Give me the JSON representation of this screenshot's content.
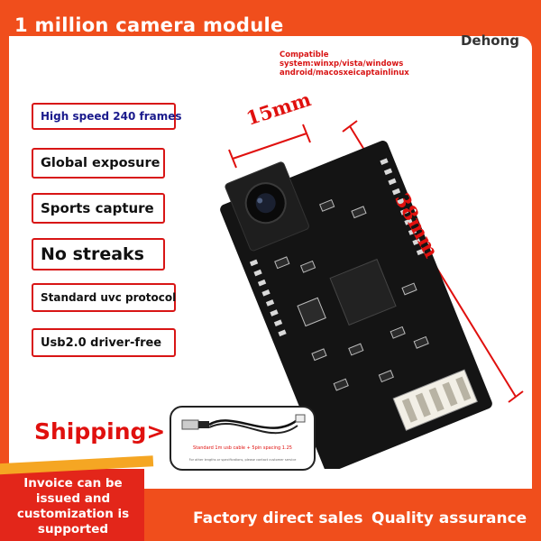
{
  "header": {
    "title": "1 million camera module",
    "brand": "Dehong"
  },
  "compatibility": {
    "line1": "Compatible",
    "line2": "system:winxp/vista/windows",
    "line3": "android/macosxeicaptainlinux"
  },
  "features": [
    {
      "label": "High speed 240 frames"
    },
    {
      "label": "Global exposure"
    },
    {
      "label": "Sports capture"
    },
    {
      "label": "No streaks"
    },
    {
      "label": "Standard uvc protocol"
    },
    {
      "label": "Usb2.0 driver-free"
    }
  ],
  "dimensions": {
    "width": "15mm",
    "length": "38mm"
  },
  "shipping": {
    "label": "Shipping>",
    "cable_caption": "Standard 1m usb cable + 5pin spacing 1.25",
    "cable_note": "For other lengths or specifications, please contact customer service"
  },
  "footer": {
    "invoice": "Invoice can be issued and customization is supported",
    "factory": "Factory direct sales",
    "quality": "Quality assurance"
  },
  "colors": {
    "accent": "#f04e1c",
    "red_text": "#e0100e",
    "feature_blue": "#1a1a8c",
    "board": "#141414"
  }
}
